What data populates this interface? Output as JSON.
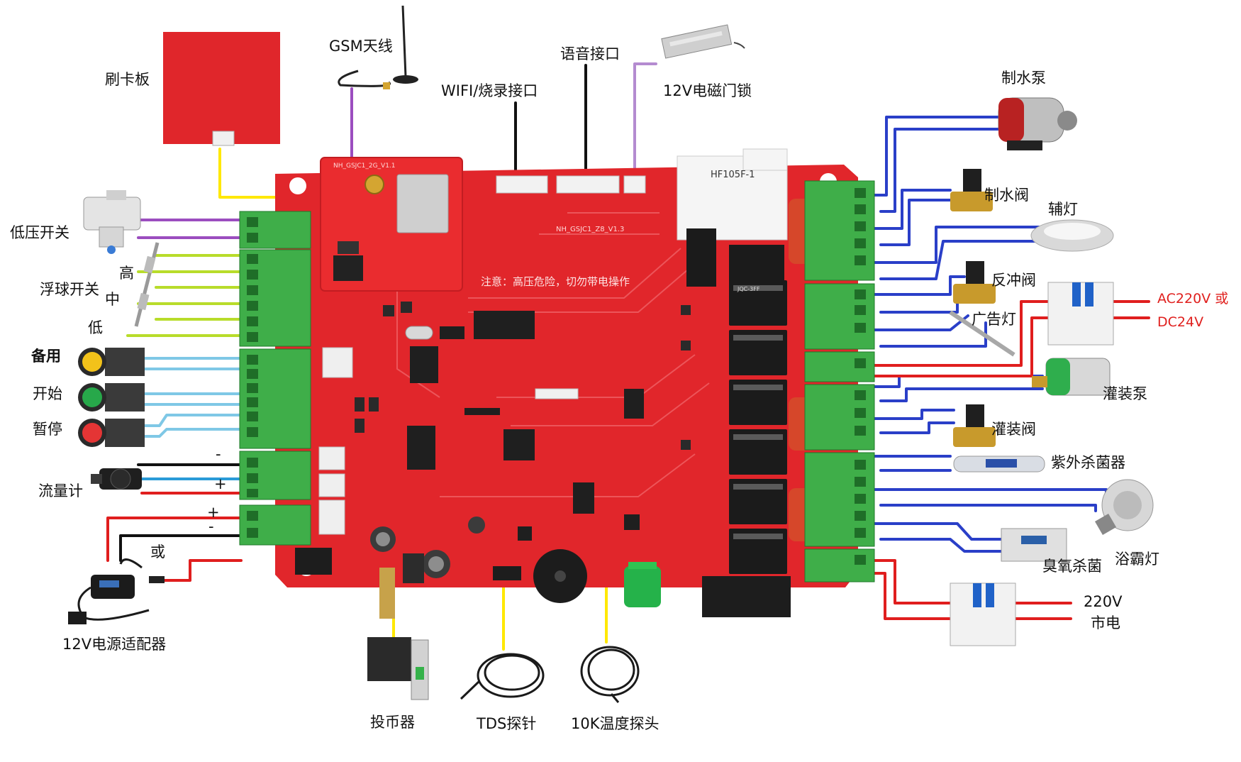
{
  "labels": {
    "swipe_card": "刷卡板",
    "gsm_antenna": "GSM天线",
    "voice_port": "语音接口",
    "wifi_port": "WIFI/烧录接口",
    "door_lock": "12V电磁门锁",
    "pump": "制水泵",
    "valve_make": "制水阀",
    "aux_light": "辅灯",
    "backflush_valve": "反冲阀",
    "ad_light": "广告灯",
    "ac_or": "AC220V 或",
    "dc24": "DC24V",
    "fill_pump": "灌装泵",
    "fill_valve": "灌装阀",
    "uv": "紫外杀菌器",
    "bath_lamp": "浴霸灯",
    "ozone": "臭氧杀菌",
    "v220": "220V",
    "mains": "市电",
    "low_pressure": "低压开关",
    "float_switch": "浮球开关",
    "high": "高",
    "mid": "中",
    "low": "低",
    "spare": "备用",
    "start": "开始",
    "pause": "暂停",
    "flowmeter": "流量计",
    "minus1": "-",
    "plus1": "+",
    "plus2": "+",
    "minus2": "-",
    "or": "或",
    "adapter": "12V电源适配器",
    "coin": "投币器",
    "tds": "TDS探针",
    "temp": "10K温度探头"
  },
  "board": {
    "warning": "注意：高压危险，切勿带电操作",
    "model_top": "NH_GSJC1_2G_V1.1",
    "model_main": "NH_GSJC1_Z8_V1.3",
    "relay_big": "HF105F-1",
    "relay_small": "JQC-3FF"
  },
  "colors": {
    "board": "#e1262b",
    "terminal": "#3fae49",
    "wire_purple": "#9b4dbf",
    "wire_yellow": "#ffe800",
    "wire_green": "#b8dc2a",
    "wire_cyan": "#7fc8e6",
    "wire_blue": "#2a3fc8",
    "wire_red": "#e01e1e",
    "wire_black": "#111111"
  }
}
